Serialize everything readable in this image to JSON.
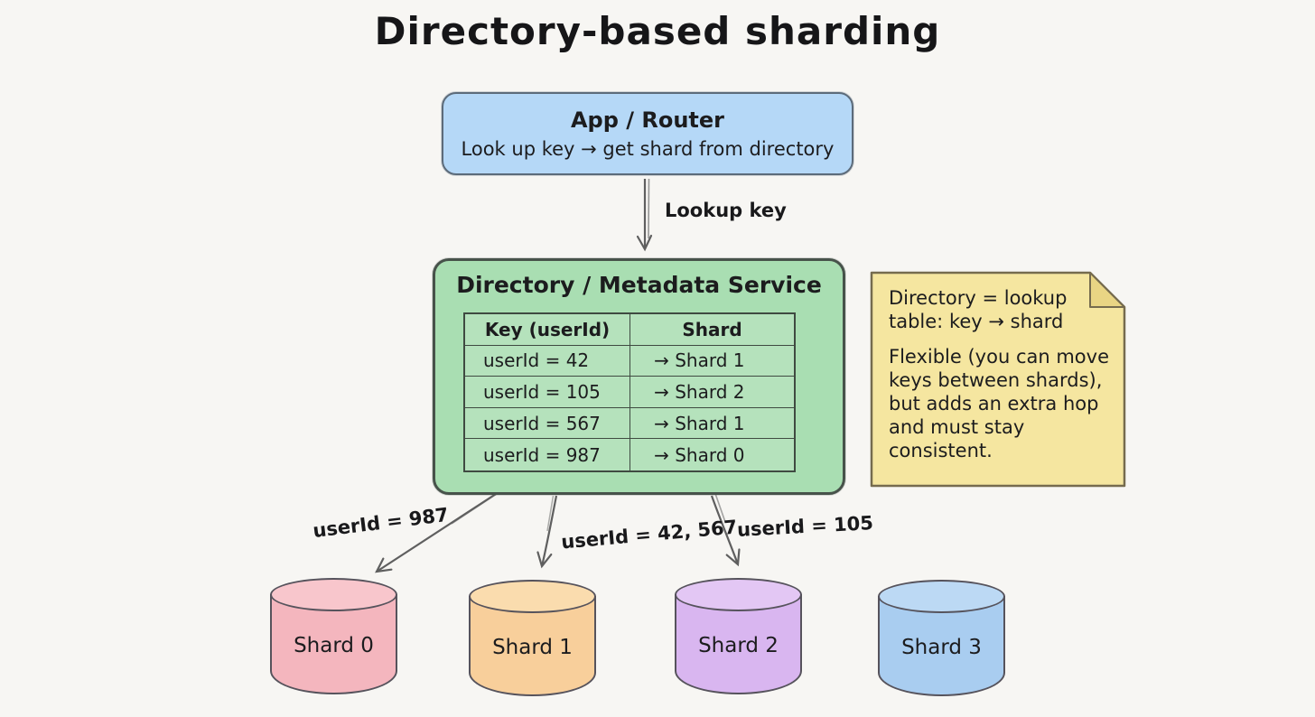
{
  "title": "Directory-based sharding",
  "app_router": {
    "title": "App / Router",
    "subtitle": "Look up key → get shard from directory"
  },
  "lookup_edge": {
    "label": "Lookup key"
  },
  "directory": {
    "title": "Directory / Metadata Service",
    "table": {
      "headers": [
        "Key (userId)",
        "Shard"
      ],
      "rows": [
        {
          "key": "userId = 42",
          "shard": "→ Shard 1"
        },
        {
          "key": "userId = 105",
          "shard": "→ Shard 2"
        },
        {
          "key": "userId = 567",
          "shard": "→ Shard 1"
        },
        {
          "key": "userId = 987",
          "shard": "→ Shard 0"
        }
      ]
    }
  },
  "note": {
    "p1": "Directory = lookup table: key → shard",
    "p2": "Flexible (you can move keys between shards), but adds an extra hop and must stay consistent."
  },
  "edges": [
    {
      "label": "userId = 987"
    },
    {
      "label": "userId = 42, 567"
    },
    {
      "label": "userId = 105"
    }
  ],
  "shards": [
    {
      "label": "Shard 0",
      "fill": "#f4b6be",
      "top": "#f8c6cc"
    },
    {
      "label": "Shard 1",
      "fill": "#f8cf9b",
      "top": "#fadcae"
    },
    {
      "label": "Shard 2",
      "fill": "#d9b6f0",
      "top": "#e3c7f4"
    },
    {
      "label": "Shard 3",
      "fill": "#a9cdf0",
      "top": "#bcd9f4"
    }
  ],
  "colors": {
    "background": "#f7f6f3",
    "ink": "#1c1c1e",
    "arrow": "#5f5f5f",
    "app_box_fill": "#b5d8f7",
    "app_box_border": "#5c6b7a",
    "directory_fill": "#a9deb2",
    "directory_border": "#47524a",
    "note_fill": "#f5e6a0",
    "note_fold": "#e9d584",
    "note_border": "#756b4e"
  }
}
